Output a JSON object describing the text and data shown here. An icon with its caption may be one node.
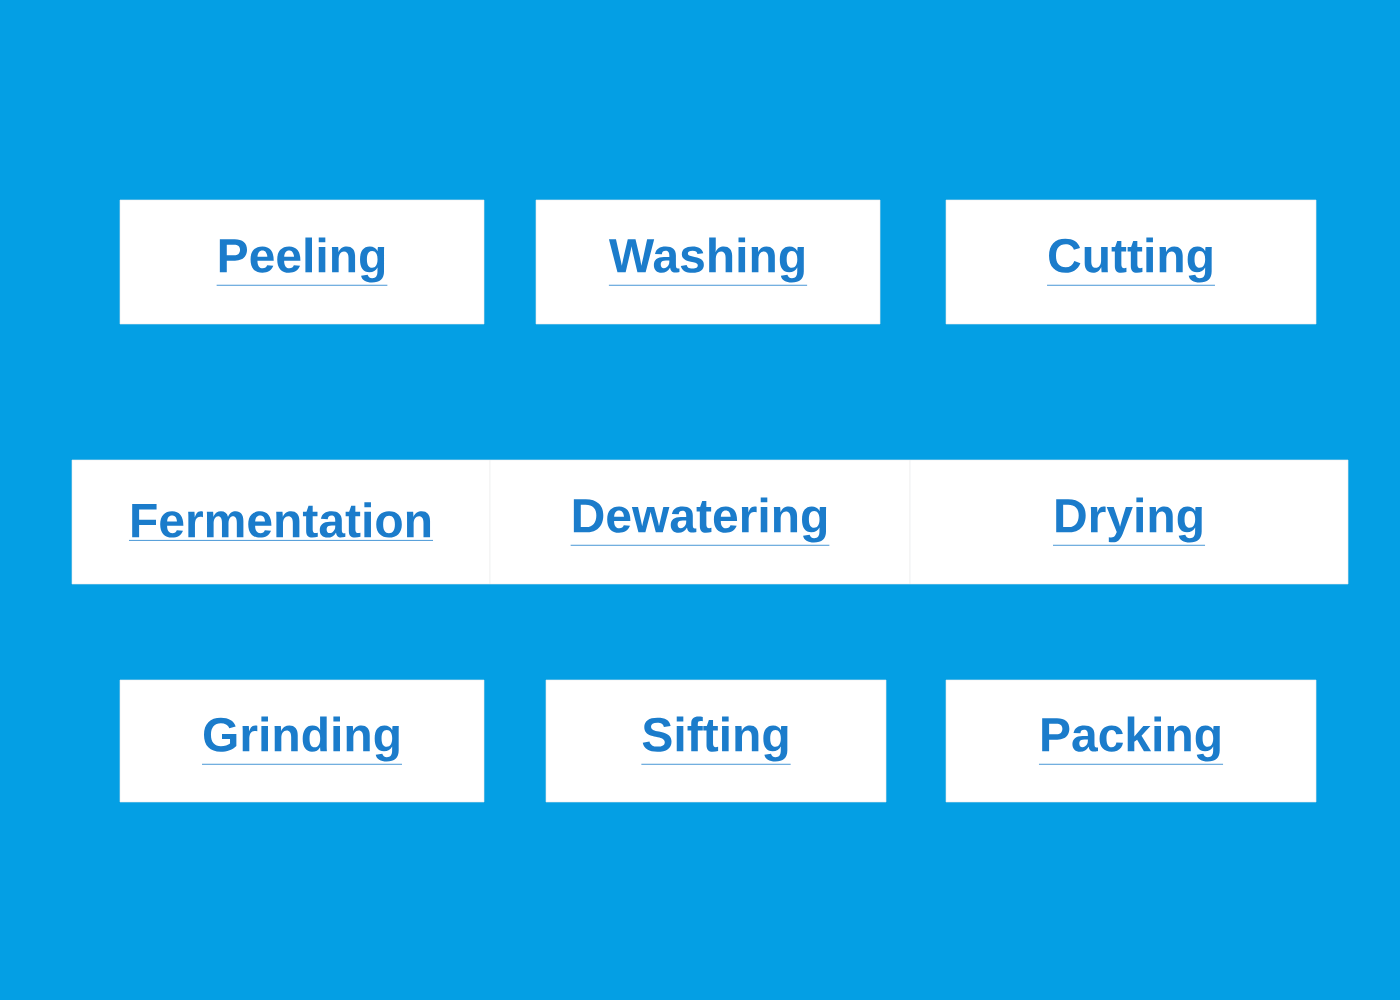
{
  "diagram": {
    "nodes": [
      {
        "text": [
          "Peeling"
        ]
      },
      {
        "text": [
          "Washing"
        ]
      },
      {
        "text": [
          "Cutting"
        ]
      },
      {
        "text": [
          "Fermentation"
        ]
      },
      {
        "text": [
          "Dewatering"
        ]
      },
      {
        "text": [
          "Drying"
        ]
      },
      {
        "text": [
          "Grinding"
        ]
      },
      {
        "text": [
          "Sifting"
        ]
      },
      {
        "text": [
          "Packing"
        ]
      }
    ]
  }
}
